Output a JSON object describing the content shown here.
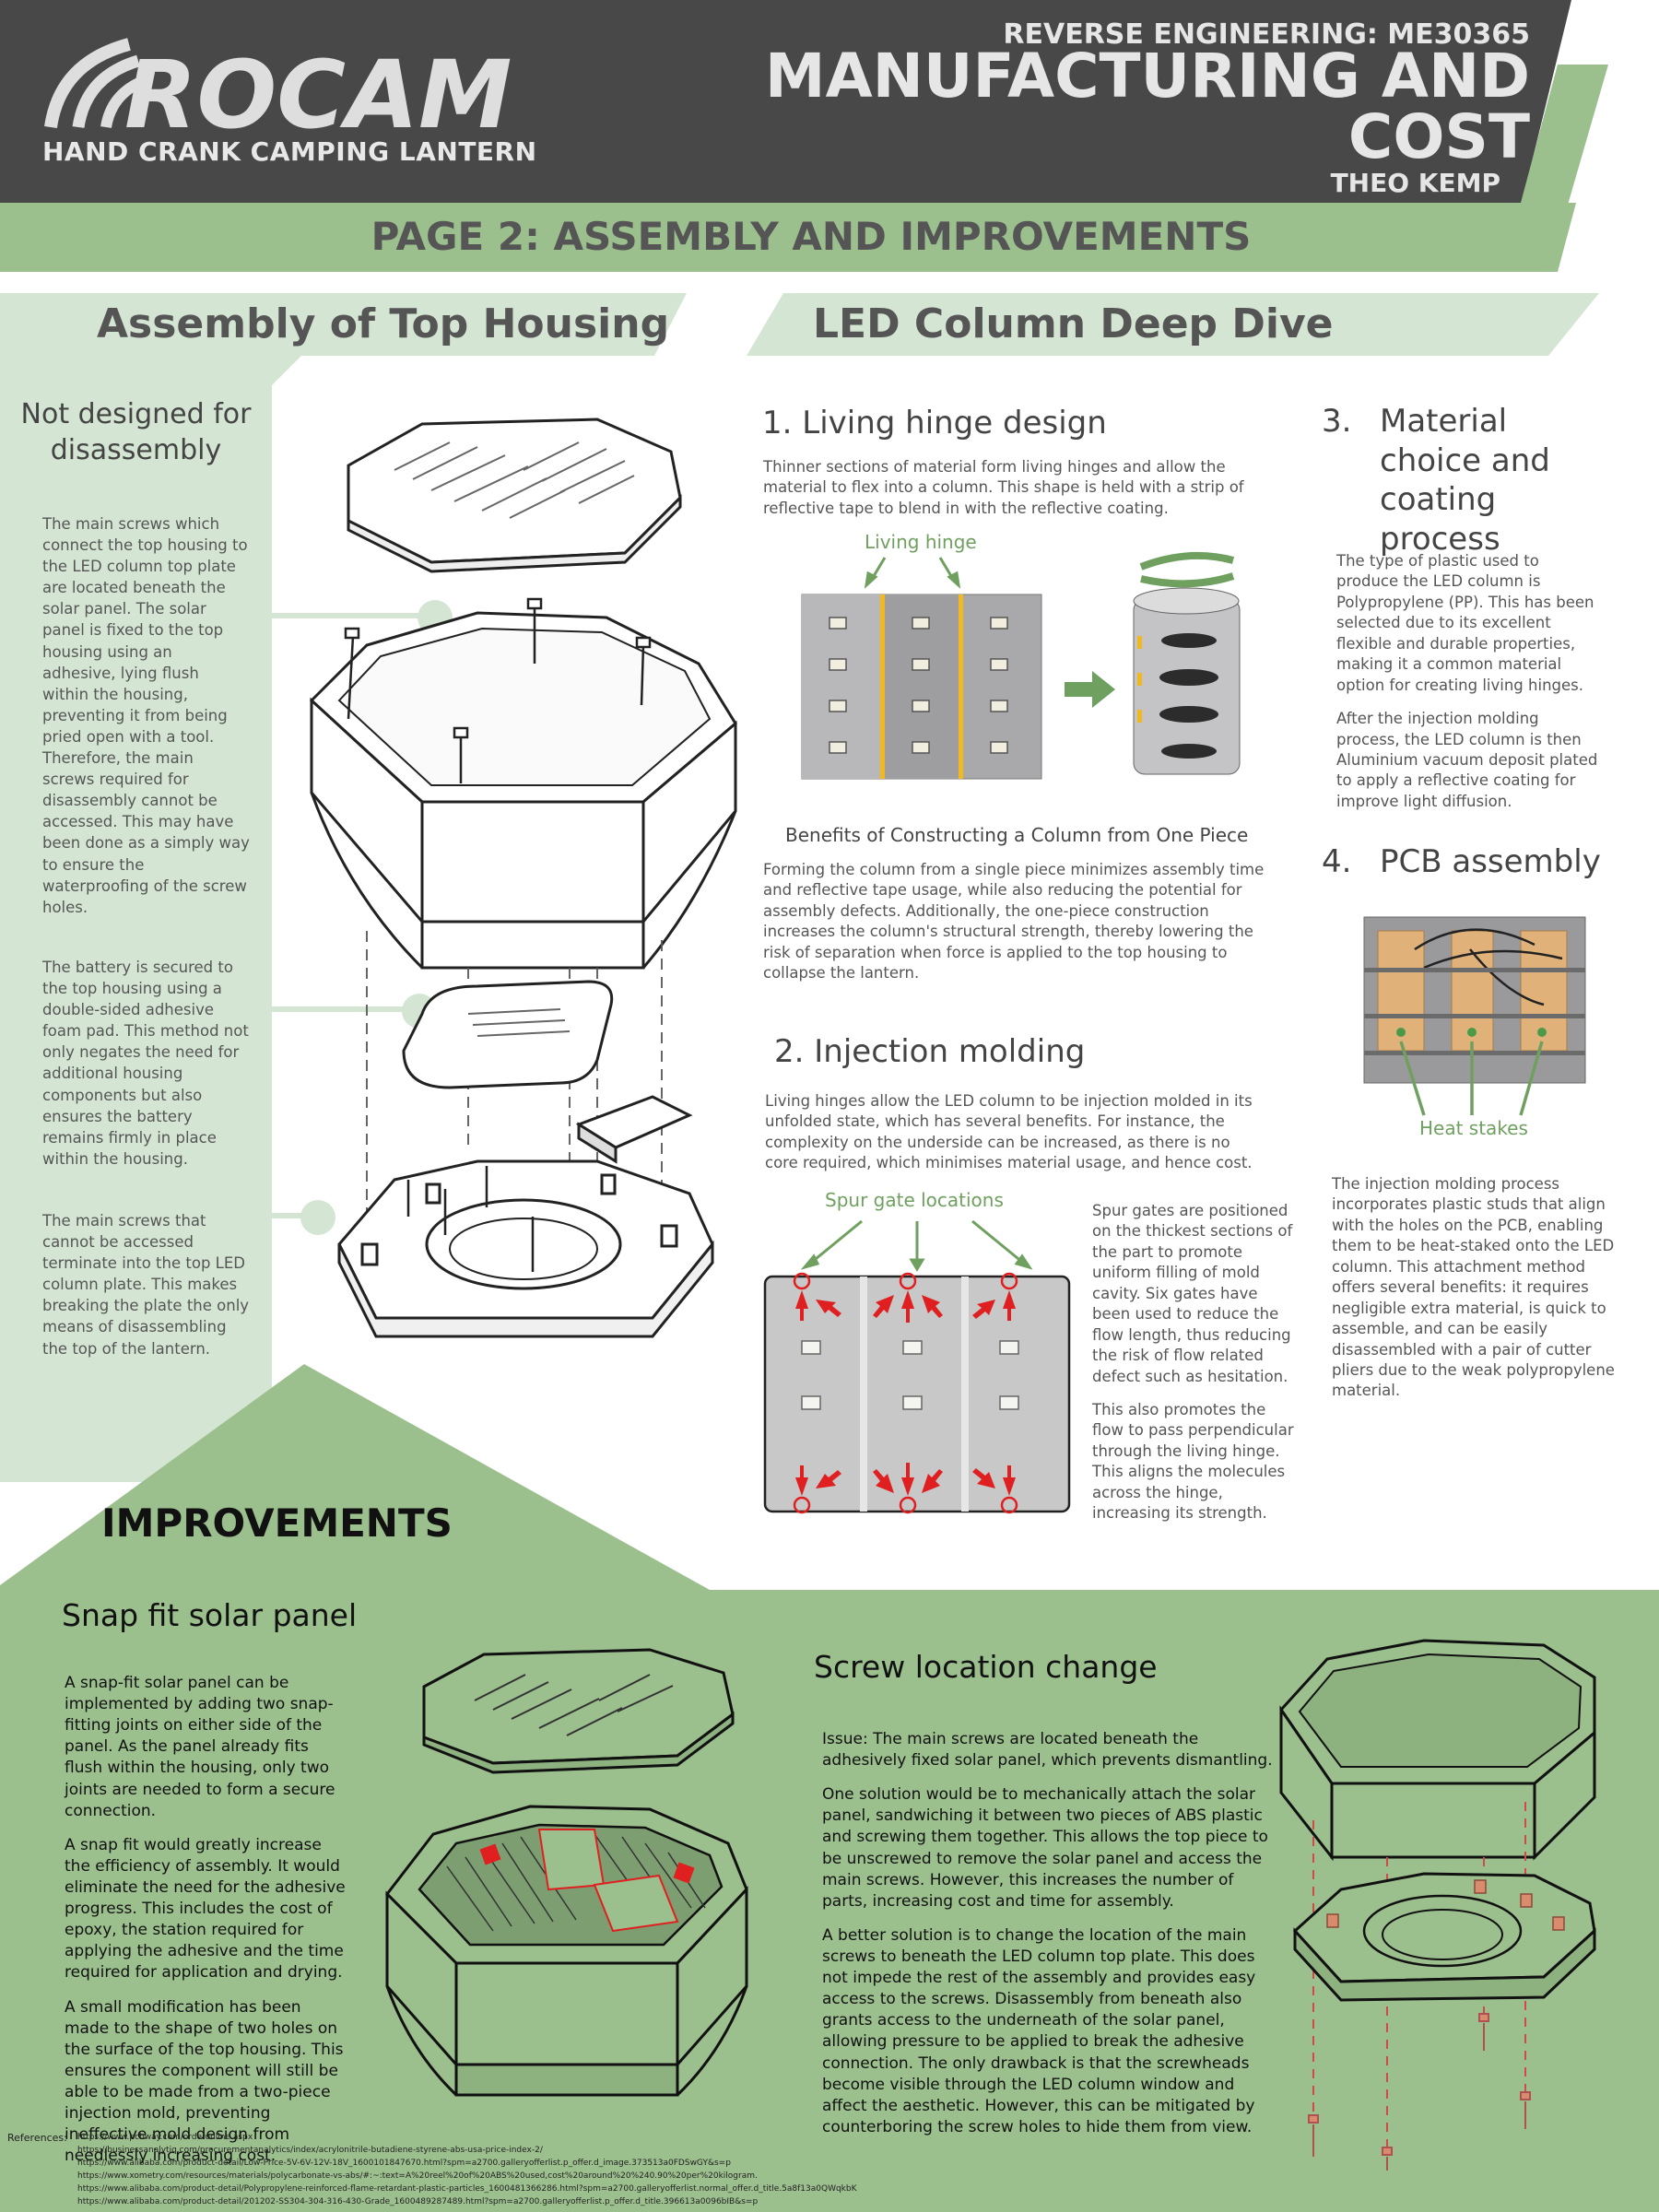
{
  "header": {
    "brand": "ROCAM",
    "product": "HAND CRANK CAMPING LANTERN",
    "kicker": "REVERSE ENGINEERING: ME30365",
    "title": "MANUFACTURING AND COST",
    "author": "THEO KEMP",
    "page_subtitle": "PAGE 2: ASSEMBLY AND IMPROVEMENTS"
  },
  "assembly": {
    "tab_title": "Assembly of Top Housing",
    "heading": "Not designed for disassembly",
    "para1": "The main screws which connect the top housing to the LED column top plate are located beneath the solar panel. The solar panel is fixed to the top housing using an adhesive, lying flush within the housing, preventing it from being pried open with a tool. Therefore, the main screws required for disassembly cannot be accessed. This may have been done as a simply way to ensure the waterproofing of the screw holes.",
    "para2": "The battery is secured to the top housing using a double-sided adhesive foam pad. This method not only negates the need for additional housing components but also ensures the battery remains firmly in place within the housing.",
    "para3": "The main screws that cannot be accessed terminate into the top LED column plate. This makes breaking the plate the only means of disassembling the top of the lantern."
  },
  "led": {
    "tab_title": "LED Column Deep Dive",
    "s1_title": "1. Living hinge design",
    "s1_body": "Thinner sections of material form living hinges and allow the material to flex into a column. This shape is held with a strip of reflective tape to blend in with the reflective coating.",
    "living_hinge_label": "Living hinge",
    "benefits_title": "Benefits of Constructing a Column from One Piece",
    "benefits_body": "Forming the column from a single piece minimizes assembly time and reflective tape usage, while also reducing the potential for assembly defects. Additionally, the one-piece construction increases the column's structural strength, thereby lowering the risk of separation when force is applied to the top housing to collapse the lantern.",
    "s2_title": "2.  Injection molding",
    "s2_body": "Living hinges allow the LED column to be injection molded in its unfolded state, which has several benefits. For instance, the complexity on the underside can be increased, as there is no core required, which minimises material usage, and hence cost.",
    "spur_label": "Spur gate locations",
    "spur_p1": "Spur gates are positioned on the thickest sections of the part to promote uniform filling of mold cavity. Six gates have been used to reduce the flow length, thus reducing the risk of flow related defect such as hesitation.",
    "spur_p2": "This also promotes the flow to pass perpendicular through the living hinge. This aligns the molecules across the hinge, increasing its strength.",
    "s3_num": "3.",
    "s3_title": "Material choice and coating process",
    "s3_p1": "The type of plastic used to produce the LED column is Polypropylene (PP). This has been selected due to its excellent flexible and durable properties, making it a common material option for creating living hinges.",
    "s3_p2": "After the injection molding process, the LED column is then Aluminium vacuum deposit plated to apply a reflective coating for improve light diffusion.",
    "s4_num": "4.",
    "s4_title": "PCB assembly",
    "heat_label": "Heat stakes",
    "s4_body": "The injection molding process incorporates plastic studs that align with the holes on the PCB, enabling them to be heat-staked onto the LED column. This attachment method offers several benefits: it requires negligible extra material, is quick to assemble, and can be easily disassembled with a pair of cutter pliers due to the weak polypropylene material."
  },
  "improvements": {
    "title": "IMPROVEMENTS",
    "snap_title": "Snap fit solar panel",
    "snap_p1": "A snap-fit solar panel can be implemented by adding two snap-fitting joints on either side of the panel. As the panel already fits flush within the housing, only two joints are needed to form a secure connection.",
    "snap_p2": "A snap fit would greatly increase the efficiency of assembly. It would eliminate the need for the adhesive progress. This includes the cost of epoxy, the station required for applying the adhesive and the time required for application and drying.",
    "snap_p3": "A small modification has been made to the shape of two holes on the surface of the top housing. This ensures the component will still be able to be made from a two-piece injection mold, preventing ineffective mold design from needlessly increasing cost.",
    "screw_title": "Screw location change",
    "screw_p1": "Issue: The main screws are located beneath the adhesively fixed solar panel, which prevents dismantling.",
    "screw_p2": "One solution would be to mechanically attach the solar panel, sandwiching it between two pieces of ABS plastic and screwing them together. This allows the top piece to be unscrewed to remove the solar panel and access the main screws. However, this increases the number of parts, increasing cost and time for assembly.",
    "screw_p3": "A better solution is to change the location of the main screws to beneath the LED column top plate. This does not impede the rest of the assembly and provides easy access to the screws. Disassembly from beneath also grants access to the underneath of the solar panel, allowing pressure to be applied to break the adhesive connection. The only drawback is that the screwheads become visible through the LED column window and affect the aesthetic. However, this can be mitigated by counterboring the screw holes to hide them from view."
  },
  "references": {
    "label": "References:",
    "items": [
      "https://www.pcbway.com/orderonline.aspx",
      "https://businessanalytiq.com/procurementanalytics/index/acrylonitrile-butadiene-styrene-abs-usa-price-index-2/",
      "https://www.alibaba.com/product-detail/Low-Price-5V-6V-12V-18V_1600101847670.html?spm=a2700.galleryofferlist.p_offer.d_image.373513a0FDSwGY&s=p",
      "https://www.xometry.com/resources/materials/polycarbonate-vs-abs/#:~:text=A%20reel%20of%20ABS%20used,cost%20around%20%240.90%20per%20kilogram.",
      "https://www.alibaba.com/product-detail/Polypropylene-reinforced-flame-retardant-plastic-particles_1600481366286.html?spm=a2700.galleryofferlist.normal_offer.d_title.5a8f13a0QWqkbK",
      "https://www.alibaba.com/product-detail/201202-SS304-304-316-430-Grade_1600489287489.html?spm=a2700.galleryofferlist.p_offer.d_title.396613a0096bIB&s=p"
    ]
  },
  "colors": {
    "dark": "#484848",
    "green": "#9cbf8e",
    "mint": "#d4e6d3",
    "accent_red": "#e02020",
    "label_green": "#6fa05f"
  }
}
